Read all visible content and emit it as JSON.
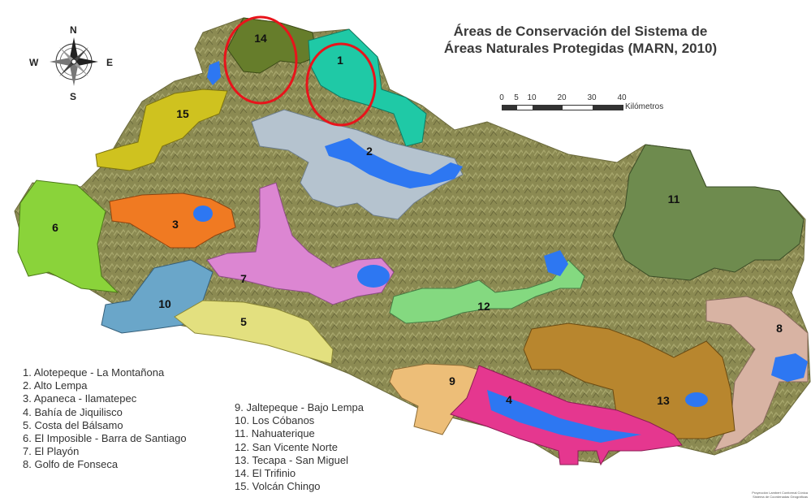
{
  "title_lines": [
    "Áreas de Conservación del Sistema de",
    "Áreas Naturales Protegidas (MARN, 2010)"
  ],
  "compass": {
    "north": "N",
    "south": "S",
    "east": "E",
    "west": "W"
  },
  "scale": {
    "ticks": [
      "0",
      "5",
      "10",
      "20",
      "30",
      "40"
    ],
    "unit": "Kilómetros"
  },
  "colors": {
    "relief": "#8b8a52",
    "water": "#2d77f2",
    "highlight_circle": "#e8141b"
  },
  "areas": [
    {
      "num": "1",
      "name": "Alotepeque - La Montañona",
      "color": "#1fc9a6"
    },
    {
      "num": "2",
      "name": "Alto Lempa",
      "color": "#b5c3cf"
    },
    {
      "num": "3",
      "name": "Apaneca - Ilamatepec",
      "color": "#f07a22"
    },
    {
      "num": "4",
      "name": "Bahía de Jiquilisco",
      "color": "#e5378f"
    },
    {
      "num": "5",
      "name": "Costa del Bálsamo",
      "color": "#e3e07f"
    },
    {
      "num": "6",
      "name": "El Imposible - Barra de Santiago",
      "color": "#8ad33a"
    },
    {
      "num": "7",
      "name": "El Playón",
      "color": "#dc86d2"
    },
    {
      "num": "8",
      "name": "Golfo de Fonseca",
      "color": "#d8b3a3"
    },
    {
      "num": "9",
      "name": "Jaltepeque - Bajo Lempa",
      "color": "#edbe78"
    },
    {
      "num": "10",
      "name": "Los Cóbanos",
      "color": "#6aa6c9"
    },
    {
      "num": "11",
      "name": "Nahuaterique",
      "color": "#6e8b4e"
    },
    {
      "num": "12",
      "name": "San Vicente Norte",
      "color": "#84d980"
    },
    {
      "num": "13",
      "name": "Tecapa - San Miguel",
      "color": "#b8862e"
    },
    {
      "num": "14",
      "name": "El Trifinio",
      "color": "#667d2b"
    },
    {
      "num": "15",
      "name": "Volcán Chingo",
      "color": "#cfc21f"
    }
  ],
  "legend_items": [
    "1. Alotepeque - La Montañona",
    "2. Alto Lempa",
    "3. Apaneca - Ilamatepec",
    "4. Bahía de Jiquilisco",
    "5. Costa del Bálsamo",
    "6. El Imposible - Barra de Santiago",
    "7. El Playón",
    "8. Golfo de Fonseca",
    "9.   Jaltepeque - Bajo Lempa",
    "10. Los Cóbanos",
    "11. Nahuaterique",
    "12. San Vicente Norte",
    "13. Tecapa - San Miguel",
    "14. El Trifinio",
    "15. Volcán Chingo"
  ],
  "credits_lines": [
    "Proyección Lambert Conformal Cónica",
    "Sistema de Coordenadas Geográficas"
  ]
}
